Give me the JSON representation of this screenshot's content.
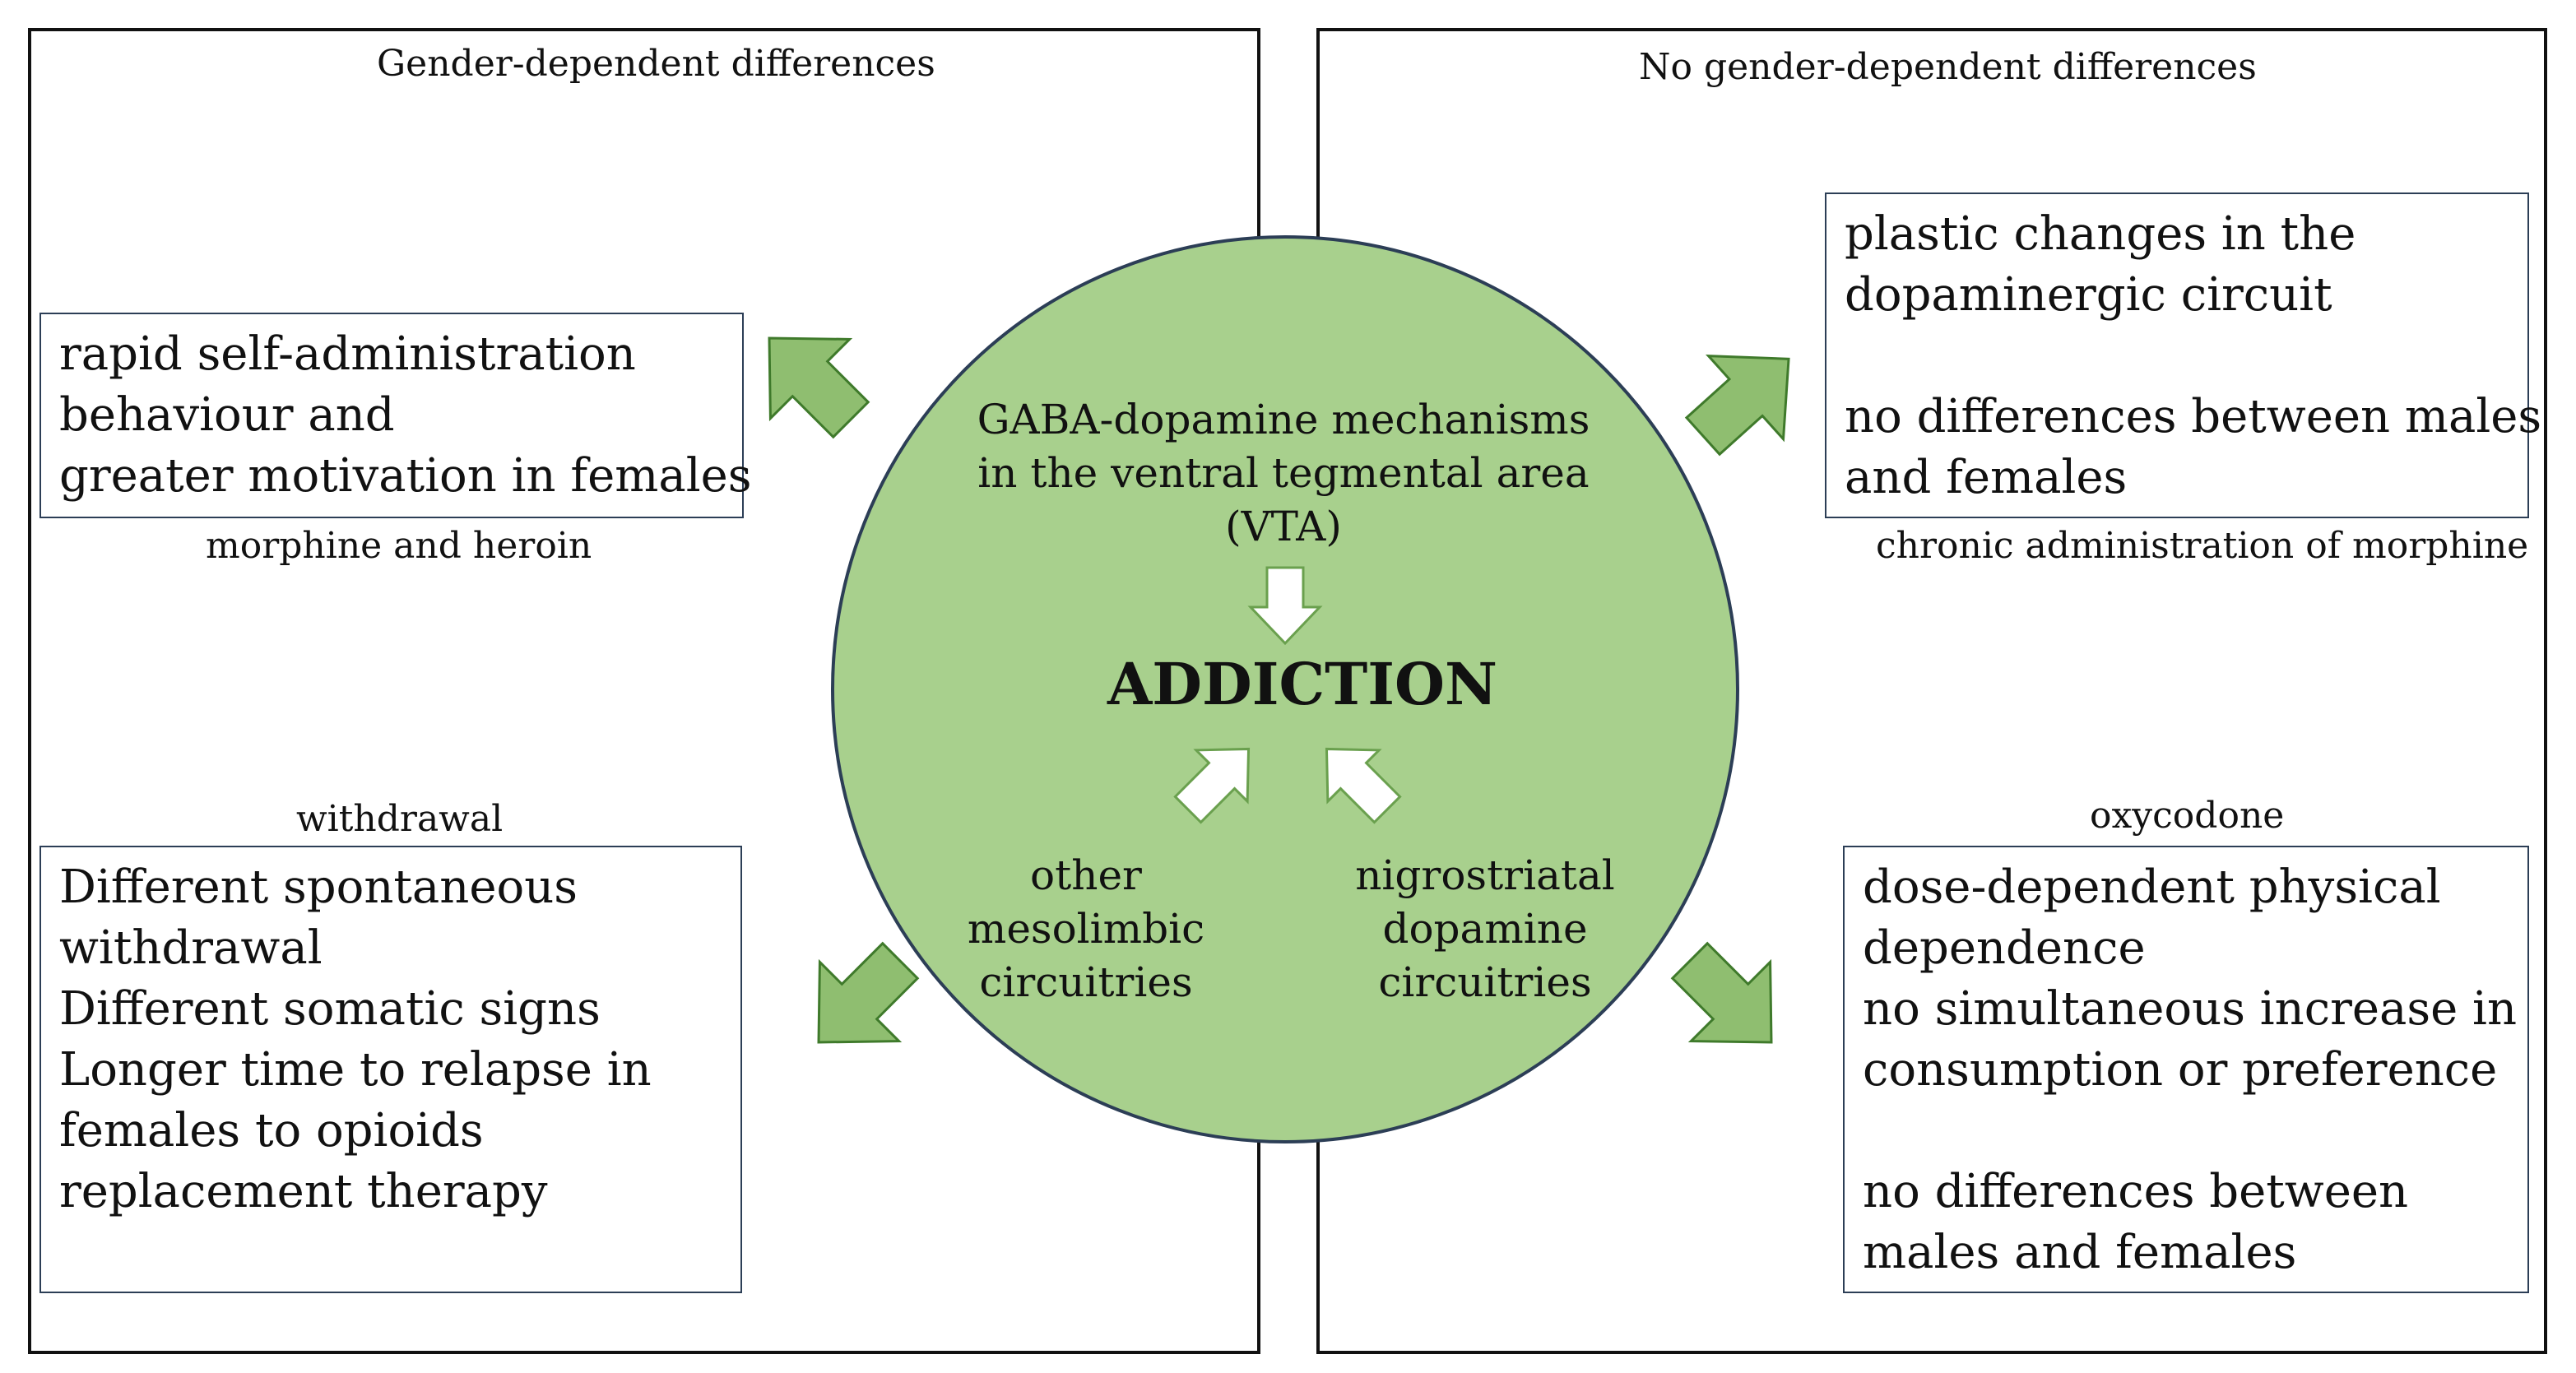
{
  "left_panel": {
    "title": "Gender-dependent differences",
    "top_box": {
      "lines": [
        "rapid self-administration",
        "behaviour and",
        "greater motivation in females"
      ]
    },
    "top_caption": "morphine and heroin",
    "bottom_caption": "withdrawal",
    "bottom_box": {
      "lines": [
        "Different spontaneous",
        "withdrawal",
        "Different somatic signs",
        "Longer time to relapse in",
        "females to opioids",
        "replacement therapy"
      ]
    }
  },
  "right_panel": {
    "title": "No gender-dependent differences",
    "top_box": {
      "lines": [
        "plastic changes in the",
        "dopaminergic circuit",
        "",
        "no differences between males",
        "and females"
      ]
    },
    "top_caption": "chronic administration of morphine",
    "bottom_caption": "oxycodone",
    "bottom_box": {
      "lines": [
        "dose-dependent physical",
        "dependence",
        "no simultaneous increase in",
        "consumption or preference",
        "",
        "no differences between",
        "males and females"
      ]
    }
  },
  "center": {
    "mechanism_lines": [
      "GABA-dopamine mechanisms",
      "in the ventral tegmental area",
      "(VTA)"
    ],
    "addiction_label": "ADDICTION",
    "left_source_lines": [
      "other",
      "mesolimbic",
      "circuitries"
    ],
    "right_source_lines": [
      "nigrostriatal",
      "dopamine",
      "circuitries"
    ]
  },
  "colors": {
    "circle_fill": "#a8d08d",
    "circle_stroke": "#2c3e56",
    "arrow_fill": "#8fbe70",
    "arrow_stroke": "#3f7a2b",
    "inner_arrow_fill": "#ffffff",
    "inner_arrow_stroke": "#6aa04e"
  }
}
